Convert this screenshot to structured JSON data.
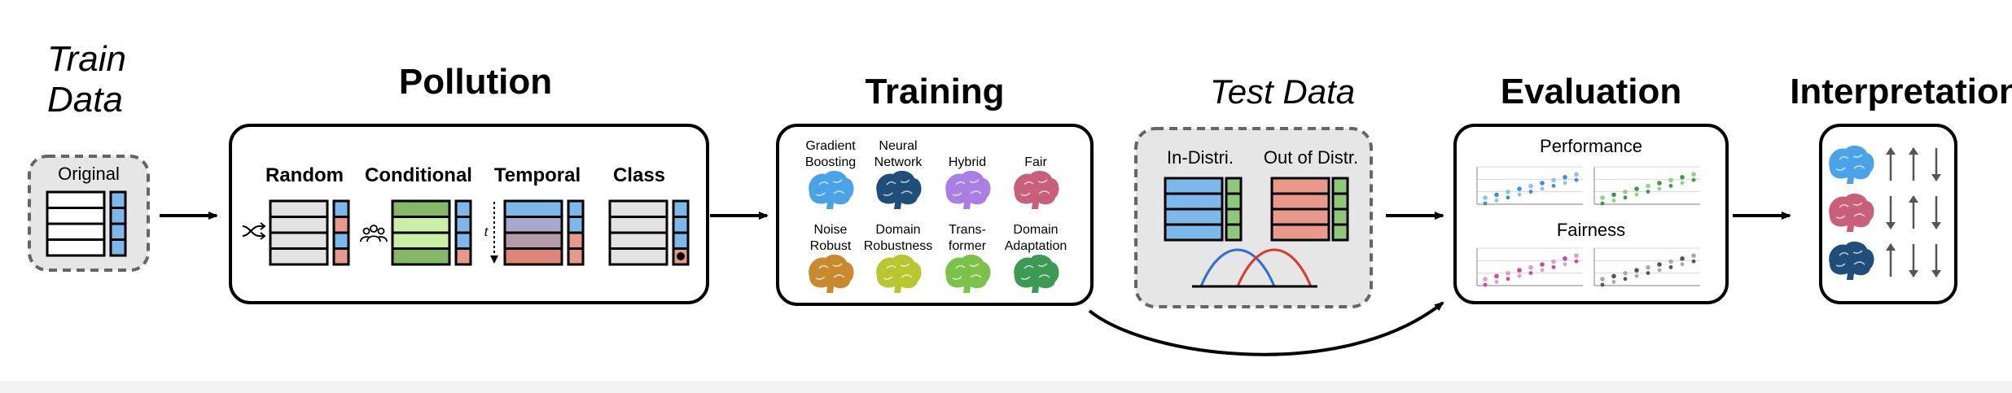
{
  "train": {
    "title_line1": "Train",
    "title_line2": "Data",
    "original_label": "Original"
  },
  "pollution": {
    "title": "Pollution",
    "types": [
      "Random",
      "Conditional",
      "Temporal",
      "Class"
    ],
    "temporal_axis": "t"
  },
  "training": {
    "title": "Training",
    "models": [
      {
        "line1": "Gradient",
        "line2": "Boosting",
        "color": "#4aa3e6"
      },
      {
        "line1": "Neural",
        "line2": "Network",
        "color": "#1f4e79"
      },
      {
        "line1": "",
        "line2": "Hybrid",
        "color": "#a97fe3"
      },
      {
        "line1": "",
        "line2": "Fair",
        "color": "#c8607a"
      },
      {
        "line1": "Noise",
        "line2": "Robust",
        "color": "#c88a2c"
      },
      {
        "line1": "Domain",
        "line2": "Robustness",
        "color": "#b8c630"
      },
      {
        "line1": "Trans-",
        "line2": "former",
        "color": "#7cc14a"
      },
      {
        "line1": "Domain",
        "line2": "Adaptation",
        "color": "#3d9a55"
      }
    ]
  },
  "testdata": {
    "title": "Test Data",
    "in_label": "In-Distri.",
    "out_label": "Out of Distr."
  },
  "evaluation": {
    "title": "Evaluation",
    "performance_label": "Performance",
    "fairness_label": "Fairness"
  },
  "interpretation": {
    "title": "Interpretation"
  },
  "colors": {
    "blue": "#7db8ea",
    "green": "#8ec97a",
    "red": "#e8998c",
    "gray": "#e3e3e3",
    "panel_gray": "#e6e6e6",
    "border": "#000000"
  }
}
